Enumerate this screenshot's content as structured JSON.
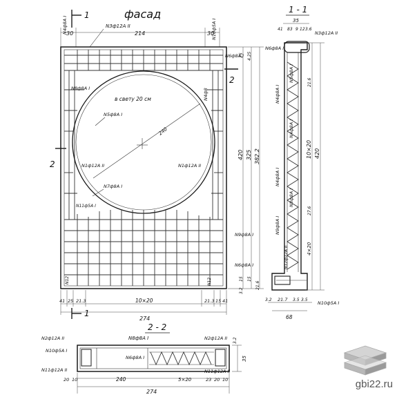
{
  "views": {
    "facade_title": "фасад",
    "section_1_title": "1 - 1",
    "section_2_title": "2 - 2",
    "cut_mark_1": "1",
    "cut_mark_2": "2"
  },
  "facade_labels": {
    "top_dims": [
      "30",
      "214",
      "30"
    ],
    "bottom_dims": [
      "41",
      "25",
      "21.3",
      "10×20",
      "21.3",
      "15",
      "41"
    ],
    "bottom_total": "274",
    "top_rebar": "N3ф12А II",
    "left_top_rebar": "N4ф8А I",
    "right_top_rebar": "N10ф5А I",
    "n6_top": "N6ф8А I",
    "n8_left": "N8ф8А I",
    "clear_opening": "в свету 20 см",
    "n5": "N5ф8А I",
    "diameter": "240",
    "n4_right": "N4ф8",
    "n1_left": "N1ф12А II",
    "n1_right": "N1ф12А II",
    "n7": "N7ф8А I",
    "n11": "N11ф5А I",
    "n9": "N9ф8А I",
    "n6_bottom": "N6ф8А I",
    "n12": "N12",
    "right_vdims": [
      "420",
      "325",
      "382.2"
    ],
    "right_small_dims": [
      "25",
      "4.25",
      "15",
      "15",
      "3.2",
      "21.6"
    ]
  },
  "section11_labels": {
    "top_dims": [
      "35",
      "41",
      "83",
      "9",
      "12",
      "3.6"
    ],
    "n3": "N3ф12А II",
    "n6": "N6ф8А I",
    "n4a": "N4ф8А I",
    "n4b": "N4ф8А I",
    "n4c": "N4ф8А I",
    "n8": "N8ф8А I",
    "n9": "N9ф8А I",
    "n5": "N5ф8А I",
    "n12": "N12ф12А II",
    "n10": "N10ф5А I",
    "inner_dims": [
      "10×20",
      "4×20",
      "420",
      "21.6",
      "27.6"
    ],
    "bottom_dims": [
      "3.2",
      "21.7",
      "3.5",
      "3.5"
    ],
    "bottom_total": "68"
  },
  "section22_labels": {
    "n2_left": "N2ф12А II",
    "n10": "N10ф5А I",
    "n11": "N11ф12А II",
    "n8_top": "N8ф8А I",
    "n6": "N6ф8А I",
    "n2_right": "N2ф12А II",
    "n11_right": "N11ф12А II",
    "right_dims": [
      "35",
      "3.2"
    ],
    "bottom_dims": [
      "20",
      "10",
      "240",
      "5×20",
      "23",
      "20",
      "10"
    ],
    "bottom_total": "274"
  },
  "watermark": {
    "text": "gbi22.ru",
    "icon": "stacked-slabs-logo"
  }
}
